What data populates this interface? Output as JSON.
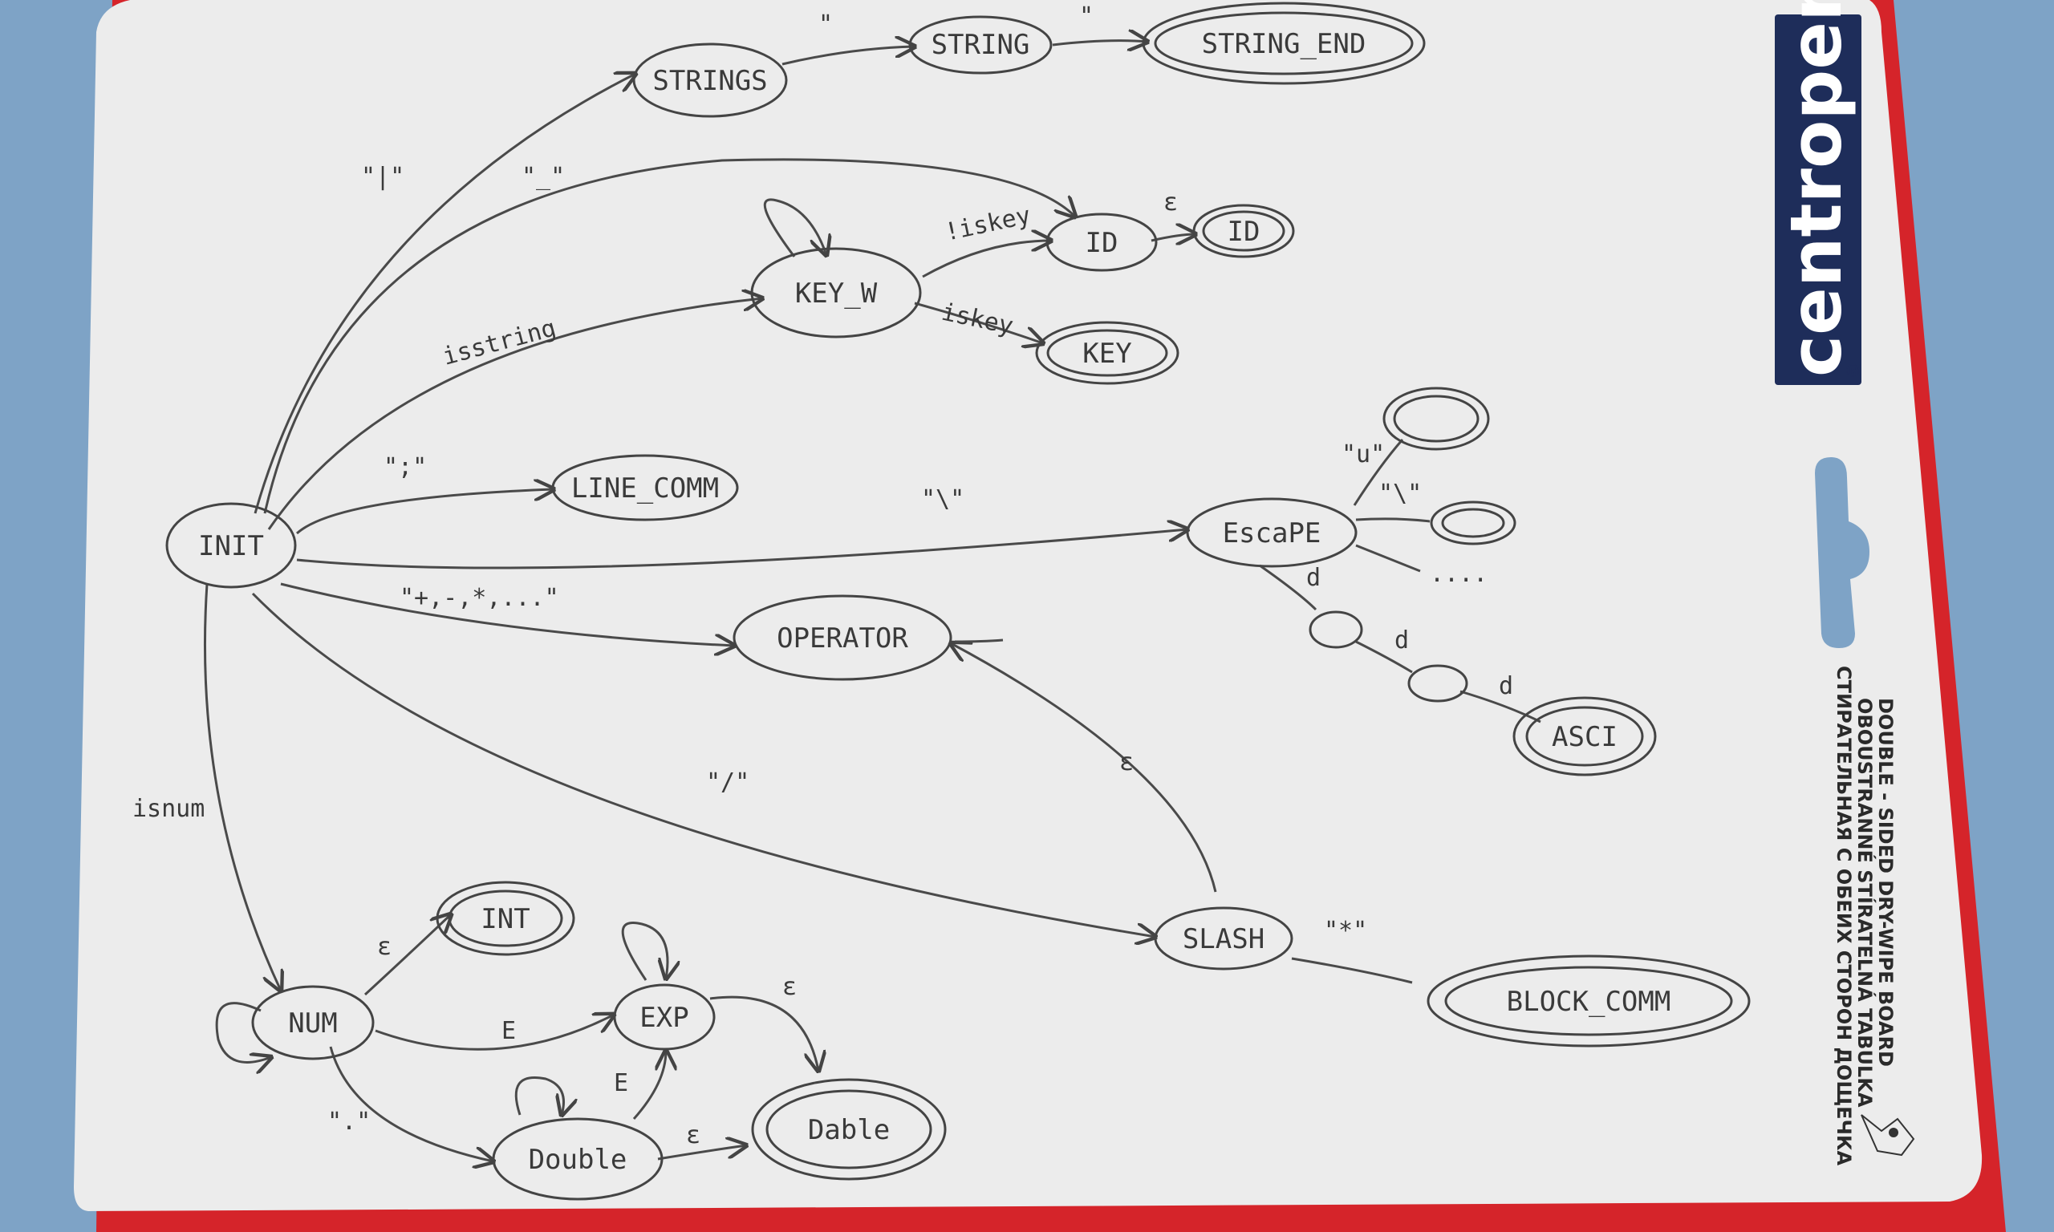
{
  "board": {
    "brand": "centropen",
    "registered_mark": "®",
    "product_lines": [
      "DOUBLE - SIDED DRY-WIPE BOARD",
      "OBOUSTRANNÉ STÍRATELNÁ TABULKA",
      "СТИРАТЕЛЬНАЯ С ОБЕИХ СТОРОН ДОЩЕЧКА"
    ],
    "colors": {
      "frame": "#d5242a",
      "board": "#ececec",
      "background": "#7ea3c6",
      "brand_box": "#1e2d5a",
      "ink": "#444444"
    }
  },
  "diagram": {
    "states": {
      "init": "INIT",
      "strings": "STRINGS",
      "string": "STRING",
      "string_end": "STRING_END",
      "key_w": "KEY_W",
      "id": "ID",
      "id_final": "ID",
      "key": "KEY",
      "line_comm": "LINE_COMM",
      "escape": "EscaPE",
      "asci": "ASCI",
      "operator": "OPERATOR",
      "slash": "SLASH",
      "block_comm": "BLOCK_COMM",
      "num": "NUM",
      "int": "INT",
      "exp": "EXP",
      "double": "Double",
      "double_final": "Dable",
      "empty_a": "",
      "empty_b": "",
      "empty_c": "",
      "empty_d": ""
    },
    "edges": {
      "init_strings": "\"|\"",
      "strings_string": "\"",
      "string_string_end": "\"",
      "init_id": "\"_\"",
      "init_key_w": "isstring",
      "key_w_id": "!iskey",
      "key_w_key": "iskey",
      "id_id_final": "ε",
      "init_line_comm": "\";\"",
      "init_escape": "\"\\\"",
      "escape_a": "\"u\"",
      "escape_b": "\"\\\"",
      "escape_more": "....",
      "escape_d1": "d",
      "d1_d2": "d",
      "d2_asci": "d",
      "init_operator": "\"+,-,*,...\"",
      "slash_operator": "ε",
      "init_slash": "\"/\"",
      "slash_block_comm": "\"*\"",
      "init_num": "isnum",
      "num_int": "ε",
      "num_exp": "E",
      "num_double": "\".\"",
      "double_exp": "E",
      "exp_double_final": "ε",
      "double_double_final": "ε"
    }
  }
}
